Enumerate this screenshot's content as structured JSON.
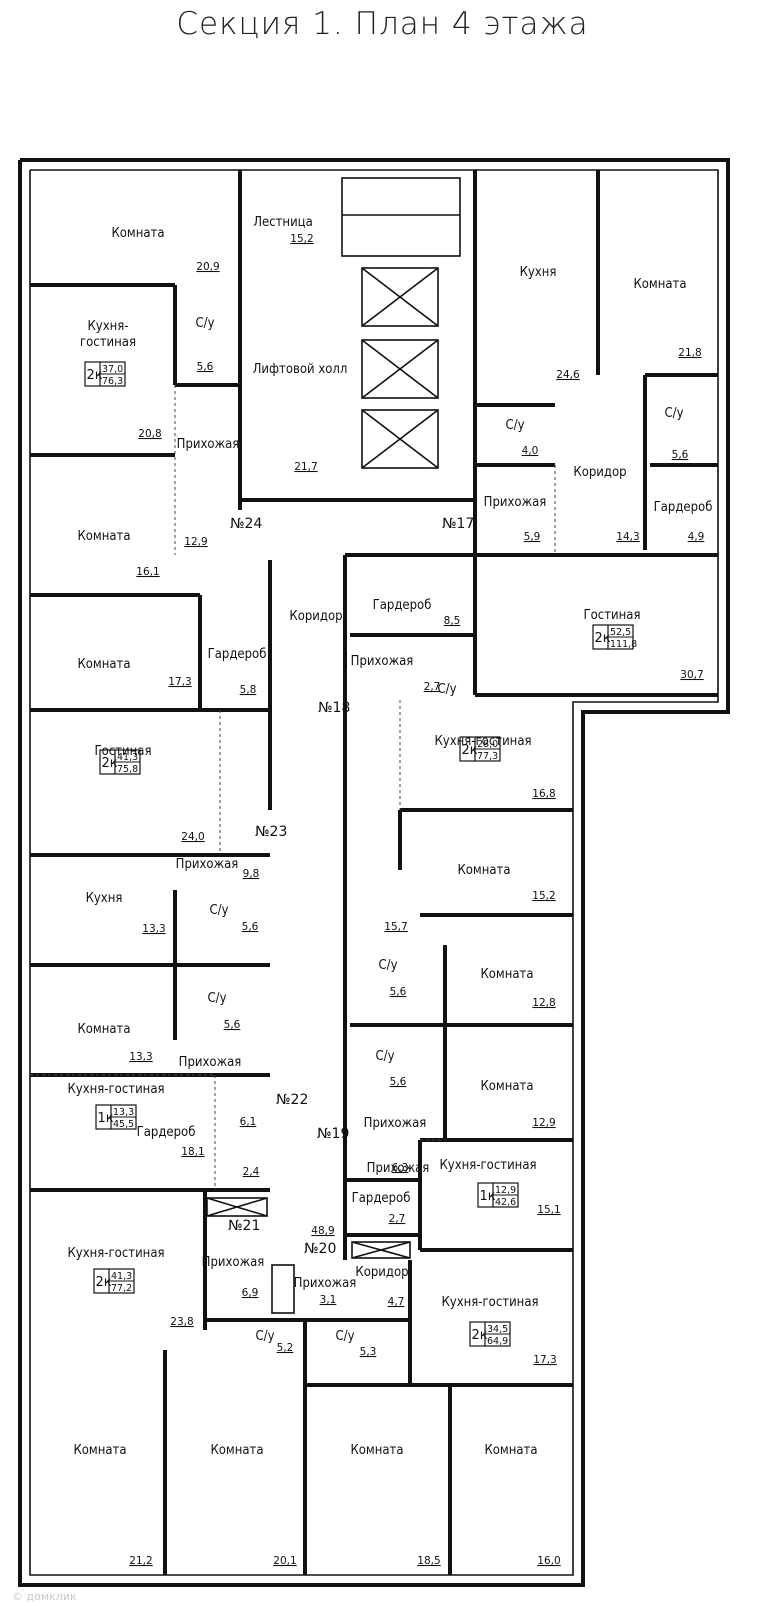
{
  "title": "Секция 1. План 4 этажа",
  "watermark": "© домклик",
  "colors": {
    "line": "#111111",
    "background": "#ffffff"
  },
  "rooms": [
    {
      "name": "Комната",
      "area": "20,9"
    },
    {
      "name": "Кухня-\nгостиная",
      "area": "20,8"
    },
    {
      "name": "С/у",
      "area": "5,6"
    },
    {
      "name": "Прихожая",
      "area": "12,9"
    },
    {
      "name": "Комната",
      "area": "16,1"
    },
    {
      "name": "Лестница",
      "area": "15,2"
    },
    {
      "name": "Лифтовой холл",
      "area": "21,7"
    },
    {
      "name": "Кухня",
      "area": "24,6"
    },
    {
      "name": "Комната",
      "area": "21,8"
    },
    {
      "name": "С/у",
      "area": "4,0"
    },
    {
      "name": "С/у",
      "area": "5,6"
    },
    {
      "name": "Коридор",
      "area": "14,3"
    },
    {
      "name": "Прихожая",
      "area": "5,9"
    },
    {
      "name": "Гардероб",
      "area": "4,9"
    },
    {
      "name": "Гардероб",
      "area": "8,5"
    },
    {
      "name": "Гостиная",
      "area": "30,7"
    },
    {
      "name": "Прихожая",
      "area": ""
    },
    {
      "name": "С/у",
      "area": "2,7"
    },
    {
      "name": "Коридор",
      "area": ""
    },
    {
      "name": "Комната",
      "area": "17,3"
    },
    {
      "name": "Гардероб",
      "area": "5,8"
    },
    {
      "name": "Гостиная",
      "area": "24,0"
    },
    {
      "name": "Кухня-гостиная",
      "area": "16,8"
    },
    {
      "name": "Комната",
      "area": "15,2"
    },
    {
      "name": "Прихожая",
      "area": "9,8"
    },
    {
      "name": "Кухня",
      "area": "13,3"
    },
    {
      "name": "С/у",
      "area": "5,6"
    },
    {
      "name": "",
      "area": "15,7"
    },
    {
      "name": "С/у",
      "area": "5,6"
    },
    {
      "name": "Комната",
      "area": "12,8"
    },
    {
      "name": "С/у",
      "area": "5,6"
    },
    {
      "name": "Комната",
      "area": "13,3"
    },
    {
      "name": "С/у",
      "area": "5,6"
    },
    {
      "name": "Комната",
      "area": "12,9"
    },
    {
      "name": "Прихожая",
      "area": ""
    },
    {
      "name": "Кухня-гостиная",
      "area": ""
    },
    {
      "name": "Прихожая",
      "area": "6,1"
    },
    {
      "name": "Гардероб",
      "area": "18,1"
    },
    {
      "name": "",
      "area": "2,4"
    },
    {
      "name": "Прихожая",
      "area": "6,3"
    },
    {
      "name": "Кухня-гостиная",
      "area": "15,1"
    },
    {
      "name": "Гардероб",
      "area": "2,7"
    },
    {
      "name": "",
      "area": "48,9"
    },
    {
      "name": "Кухня-гостиная",
      "area": "23,8"
    },
    {
      "name": "Прихожая",
      "area": "6,9"
    },
    {
      "name": "Прихожая",
      "area": "3,1"
    },
    {
      "name": "Коридор",
      "area": "4,7"
    },
    {
      "name": "Кухня-гостиная",
      "area": "17,3"
    },
    {
      "name": "С/у",
      "area": "5,2"
    },
    {
      "name": "С/у",
      "area": "5,3"
    },
    {
      "name": "Комната",
      "area": "21,2"
    },
    {
      "name": "Комната",
      "area": "20,1"
    },
    {
      "name": "Комната",
      "area": "18,5"
    },
    {
      "name": "Комната",
      "area": "16,0"
    }
  ],
  "apartments": [
    {
      "number": "№24",
      "rooms": "2к",
      "living": "37,0",
      "total": "76,3"
    },
    {
      "number": "№17",
      "rooms": "2к",
      "living": "52,5",
      "total": "111,8"
    },
    {
      "number": "№18",
      "rooms": "2к",
      "living": "28,0",
      "total": "77,3"
    },
    {
      "number": "№23",
      "rooms": "2к",
      "living": "41,3",
      "total": "75,8"
    },
    {
      "number": "№22",
      "rooms": "1к",
      "living": "13,3",
      "total": "45,5"
    },
    {
      "number": "№19",
      "rooms": "1к",
      "living": "12,9",
      "total": "42,6"
    },
    {
      "number": "№21",
      "rooms": "2к",
      "living": "41,3",
      "total": "77,2"
    },
    {
      "number": "№20",
      "rooms": "2к",
      "living": "34,5",
      "total": "64,9"
    }
  ]
}
